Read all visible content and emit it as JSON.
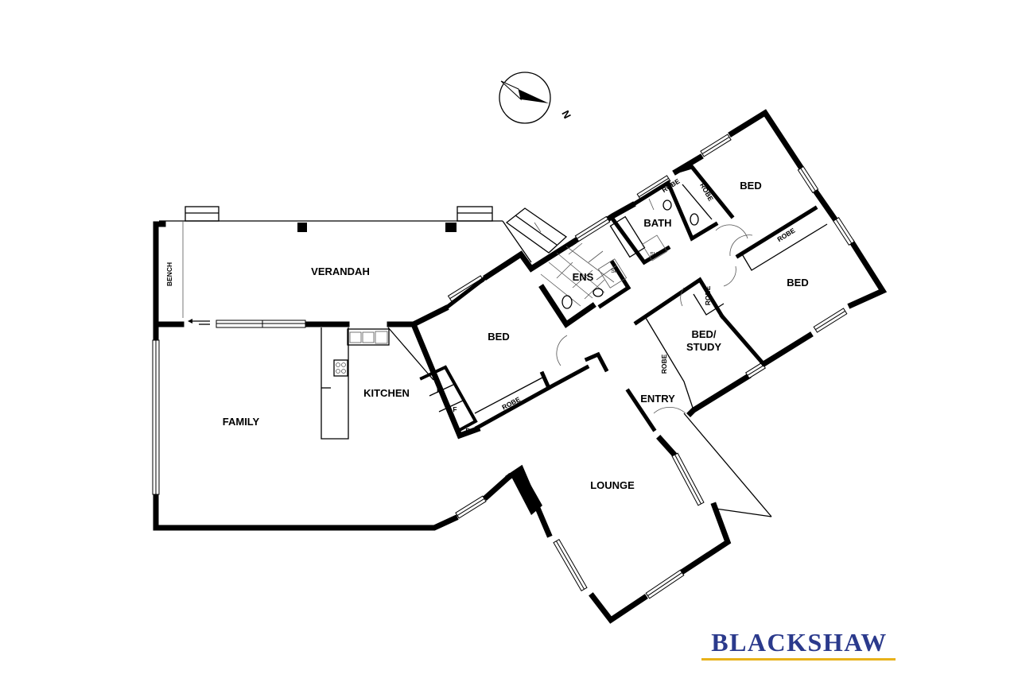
{
  "brand": {
    "name": "BLACKSHAW",
    "text_color": "#2b3a8c",
    "underline_color": "#e8b21a"
  },
  "compass": {
    "label": "N"
  },
  "rooms": {
    "verandah": "VERANDAH",
    "family": "FAMILY",
    "kitchen": "KITCHEN",
    "bed_main": "BED",
    "ens": "ENS",
    "bath": "BATH",
    "bed_top": "BED",
    "bed_right": "BED",
    "bed_study_1": "BED/",
    "bed_study_2": "STUDY",
    "entry": "ENTRY",
    "lounge": "LOUNGE"
  },
  "labels": {
    "bench": "BENCH",
    "robe_main": "ROBE",
    "robe_study": "ROBE",
    "robe_bedstudy": "ROBE",
    "robe_right": "ROBE",
    "robe_top_a": "ROBE",
    "robe_top_b": "ROBE",
    "pantry": "P",
    "fridge_1": "F",
    "fridge_2": "F",
    "shower_ens": "SH",
    "shower_bath": "SH"
  }
}
